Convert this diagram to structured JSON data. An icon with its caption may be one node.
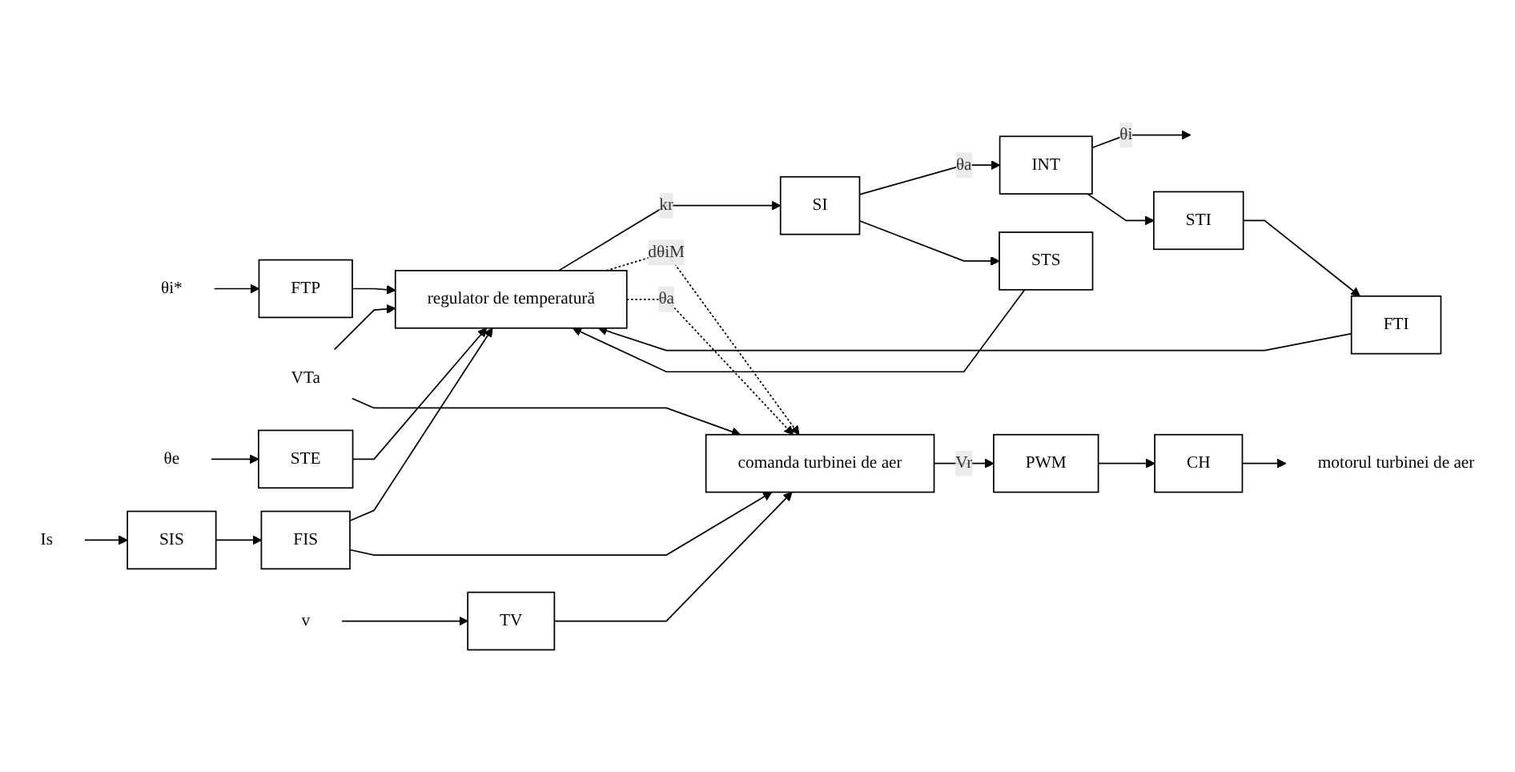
{
  "diagram": {
    "nodes": [
      {
        "text": [
          "θi*"
        ]
      },
      {
        "text": [
          "FTP"
        ]
      },
      {
        "text": [
          "VTa"
        ]
      },
      {
        "text": [
          "θe"
        ]
      },
      {
        "text": [
          "STE"
        ]
      },
      {
        "text": [
          "Is"
        ]
      },
      {
        "text": [
          "SIS"
        ]
      },
      {
        "text": [
          "FIS"
        ]
      },
      {
        "text": [
          "regulator de temperatură"
        ]
      },
      {
        "text": [
          "SI"
        ]
      },
      {
        "text": [
          "STS"
        ]
      },
      {
        "text": [
          "INT"
        ]
      },
      {
        "text": [
          "FTI"
        ]
      },
      {
        "text": [
          "STI"
        ]
      },
      {
        "text": [
          "v"
        ]
      },
      {
        "text": [
          "TV"
        ]
      },
      {
        "text": [
          "comanda turbinei de aer"
        ]
      },
      {
        "text": [
          "PWM"
        ]
      },
      {
        "text": [
          "CH"
        ]
      },
      {
        "text": [
          "motorul turbinei de aer"
        ]
      }
    ],
    "edges": [
      {
        "from": 0,
        "to": 1,
        "arrow": "to"
      },
      {
        "from": 1,
        "to": 8,
        "arrow": "to"
      },
      {
        "from": 2,
        "to": 8,
        "arrow": "to"
      },
      {
        "from": 2,
        "to": 16,
        "arrow": "to"
      },
      {
        "from": 3,
        "to": 4,
        "arrow": "to"
      },
      {
        "from": 4,
        "to": 8,
        "arrow": "to"
      },
      {
        "from": 5,
        "to": 6,
        "arrow": "to"
      },
      {
        "from": 6,
        "to": 7,
        "arrow": "to"
      },
      {
        "from": 7,
        "to": 8,
        "arrow": "to"
      },
      {
        "from": 7,
        "to": 16,
        "arrow": "to"
      },
      {
        "from": 8,
        "to": 9,
        "arrow": "to",
        "label": "kr"
      },
      {
        "from": 9,
        "to": 11,
        "arrow": "to",
        "label": "θa"
      },
      {
        "from": 9,
        "to": 10,
        "arrow": "to"
      },
      {
        "from": 11,
        "to": null,
        "arrow": "to",
        "label": "θi"
      },
      {
        "from": 11,
        "to": 13,
        "arrow": "to"
      },
      {
        "from": 10,
        "to": 8,
        "arrow": "to"
      },
      {
        "from": 13,
        "to": 12,
        "arrow": "to"
      },
      {
        "from": 12,
        "to": 8,
        "arrow": "to"
      },
      {
        "from": 8,
        "to": 16,
        "arrow": "to",
        "label": "dθiM",
        "style": "dashed"
      },
      {
        "from": 8,
        "to": 16,
        "arrow": "to",
        "label": "θa",
        "style": "dashed"
      },
      {
        "from": 14,
        "to": 15,
        "arrow": "to"
      },
      {
        "from": 15,
        "to": 16,
        "arrow": "to"
      },
      {
        "from": 16,
        "to": 17,
        "arrow": "to",
        "label": "Vr"
      },
      {
        "from": 17,
        "to": 18,
        "arrow": "to"
      },
      {
        "from": 18,
        "to": 19,
        "arrow": "to"
      }
    ]
  }
}
